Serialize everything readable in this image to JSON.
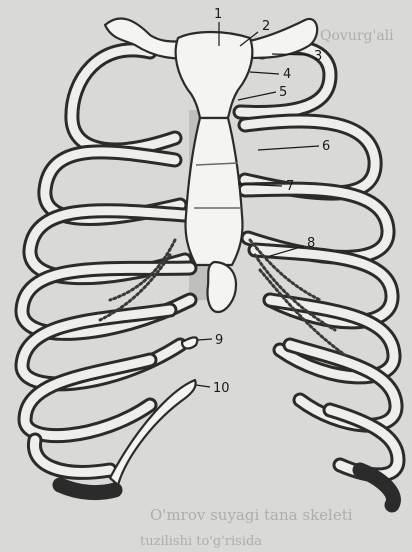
{
  "labels": {
    "l1": "1",
    "l2": "2",
    "l3": "3",
    "l4": "4",
    "l5": "5",
    "l6": "6",
    "l7": "7",
    "l8": "8",
    "l9": "9",
    "l10": "10"
  },
  "bleed_through": {
    "top_heading": "Qovurg'ali",
    "bottom_text": "O'mrov suyagi tana skeleti",
    "bottom_text_2": "tuzilishi to'g'risida"
  },
  "colors": {
    "paper": "#d9d9d6",
    "bone_fill": "#f4f4f1",
    "ink": "#2b2b2b"
  }
}
